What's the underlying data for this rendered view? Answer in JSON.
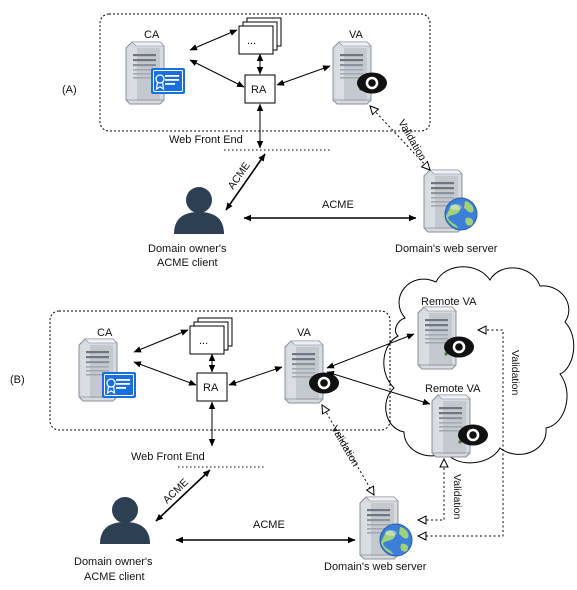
{
  "panels": [
    {
      "id": "A",
      "label": "(A)",
      "nodes": {
        "ca": "CA",
        "ellipsis": "...",
        "ra": "RA",
        "va": "VA",
        "web_front_end": "Web Front End",
        "client": [
          "Domain owner's",
          "ACME client"
        ],
        "web_server": "Domain's web server"
      },
      "edges": {
        "client_to_front_end": "ACME",
        "client_to_web_server": "ACME",
        "va_to_web_server": "Validation"
      }
    },
    {
      "id": "B",
      "label": "(B)",
      "nodes": {
        "ca": "CA",
        "ellipsis": "...",
        "ra": "RA",
        "va": "VA",
        "web_front_end": "Web Front End",
        "client": [
          "Domain owner's",
          "ACME client"
        ],
        "web_server": "Domain's web server",
        "remote_va_1": "Remote VA",
        "remote_va_2": "Remote VA"
      },
      "edges": {
        "client_to_front_end": "ACME",
        "client_to_web_server": "ACME",
        "va_to_web_server": "Validation",
        "remote_va2_to_web_server": "Validation",
        "remote_va1_to_web_server": "Validation"
      }
    }
  ],
  "icons": {
    "server": "server-icon",
    "certificate": "certificate-icon",
    "eye": "eye-icon",
    "globe": "globe-icon",
    "user": "user-icon",
    "cloud": "cloud-icon"
  },
  "colors": {
    "server_body": "#c9cdd3",
    "certificate": "#1a6fe0",
    "user": "#2d3f52",
    "globe": "#3d7fd6",
    "line": "#000000"
  }
}
